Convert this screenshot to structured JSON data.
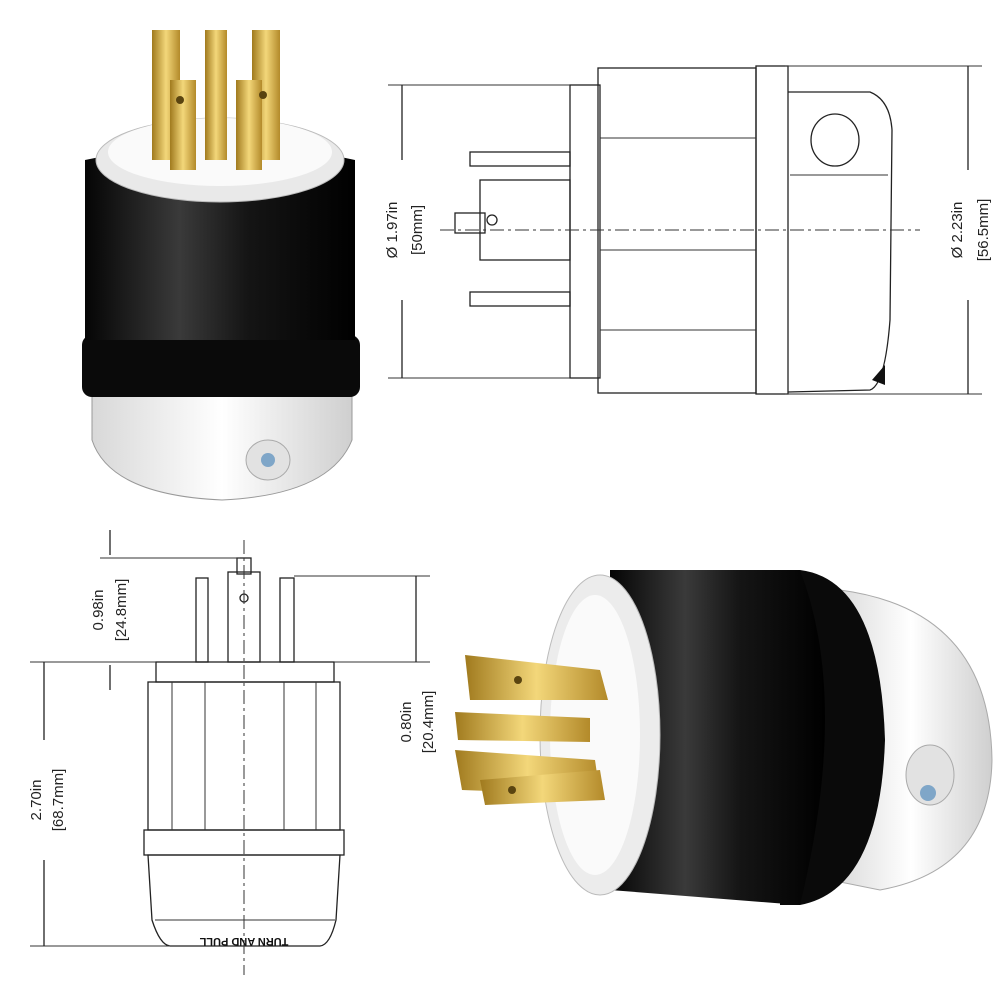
{
  "dimensions": {
    "side_body_diameter": {
      "inches": "Ø 1.97in",
      "mm": "[50mm]"
    },
    "side_max_diameter": {
      "inches": "Ø 2.23in",
      "mm": "[56.5mm]"
    },
    "pin_length_long": {
      "inches": "0.98in",
      "mm": "[24.8mm]"
    },
    "pin_length_short": {
      "inches": "0.80in",
      "mm": "[20.4mm]"
    },
    "overall_length": {
      "inches": "2.70in",
      "mm": "[68.7mm]"
    }
  },
  "body_label": "TURN AND PULL",
  "colors": {
    "body": "#111111",
    "housing": "#f2f2f2",
    "pins": "#d8b24a",
    "line": "#222222"
  }
}
